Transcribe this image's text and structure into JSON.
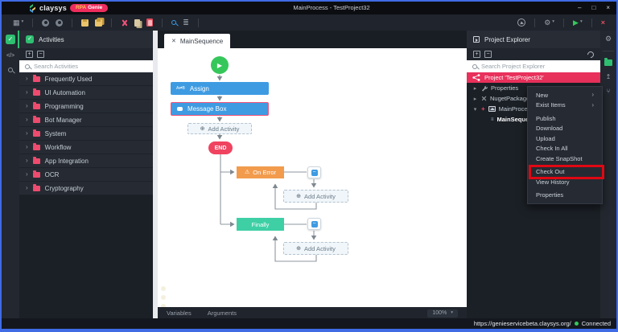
{
  "titlebar": {
    "title": "MainProcess - TestProject32",
    "brand": "claysys",
    "badge_rpa": "RPA",
    "badge_genie": "Genie"
  },
  "statusbar": {
    "url": "https://genieservicebeta.claysys.org/",
    "connection": "Connected"
  },
  "activities": {
    "title": "Activities",
    "search_placeholder": "Search Activities",
    "items": [
      "Frequently Used",
      "UI Automation",
      "Programming",
      "Bot Manager",
      "System",
      "Workflow",
      "App Integration",
      "OCR",
      "Cryptography"
    ]
  },
  "canvas": {
    "tab": "MainSequence",
    "variables": "Variables",
    "arguments": "Arguments",
    "zoom": "100%"
  },
  "flowchart": {
    "assign": "Assign",
    "message_box": "Message Box",
    "add_activity": "Add Activity",
    "end": "END",
    "on_error": "On Error",
    "finally_label": "Finally"
  },
  "project": {
    "title": "Project Explorer",
    "search_placeholder": "Search Project Explorer",
    "root": "Project 'TestProject32'",
    "nodes": [
      "Properties",
      "NugetPackages",
      "MainProcess",
      "MainSequence"
    ]
  },
  "menu": {
    "items": [
      "New",
      "Exist Items",
      "Publish",
      "Download",
      "Upload",
      "Check In All",
      "Create SnapShot",
      "Check Out",
      "View History",
      "Properties"
    ]
  },
  "icons": {
    "check": "✓",
    "code": "</>",
    "plus": "+",
    "minus": "−",
    "chevron": "›",
    "expander_closed": "▸",
    "expander_open": "▾",
    "caret": "▾",
    "grid": "▦",
    "list": "≣",
    "gear": "⚙",
    "play": "▶",
    "stop": "×",
    "minimize": "–",
    "maximize": "□",
    "close": "×",
    "warning": "⚠",
    "add": "⊕",
    "collapse": "−",
    "assign_glyph": "A⇄B",
    "sequence": "≡",
    "upload": "↥",
    "branch": "⑂",
    "tab_close": "✕"
  },
  "colors": {
    "accent_pink": "#ee2d5d",
    "accent_blue": "#3e9be2",
    "accent_green": "#2fbf71",
    "accent_orange": "#f29b4d",
    "accent_teal": "#3ecfa5",
    "accent_red": "#f0435f",
    "highlight_red": "#df0813",
    "window_border": "#3f6be4"
  }
}
